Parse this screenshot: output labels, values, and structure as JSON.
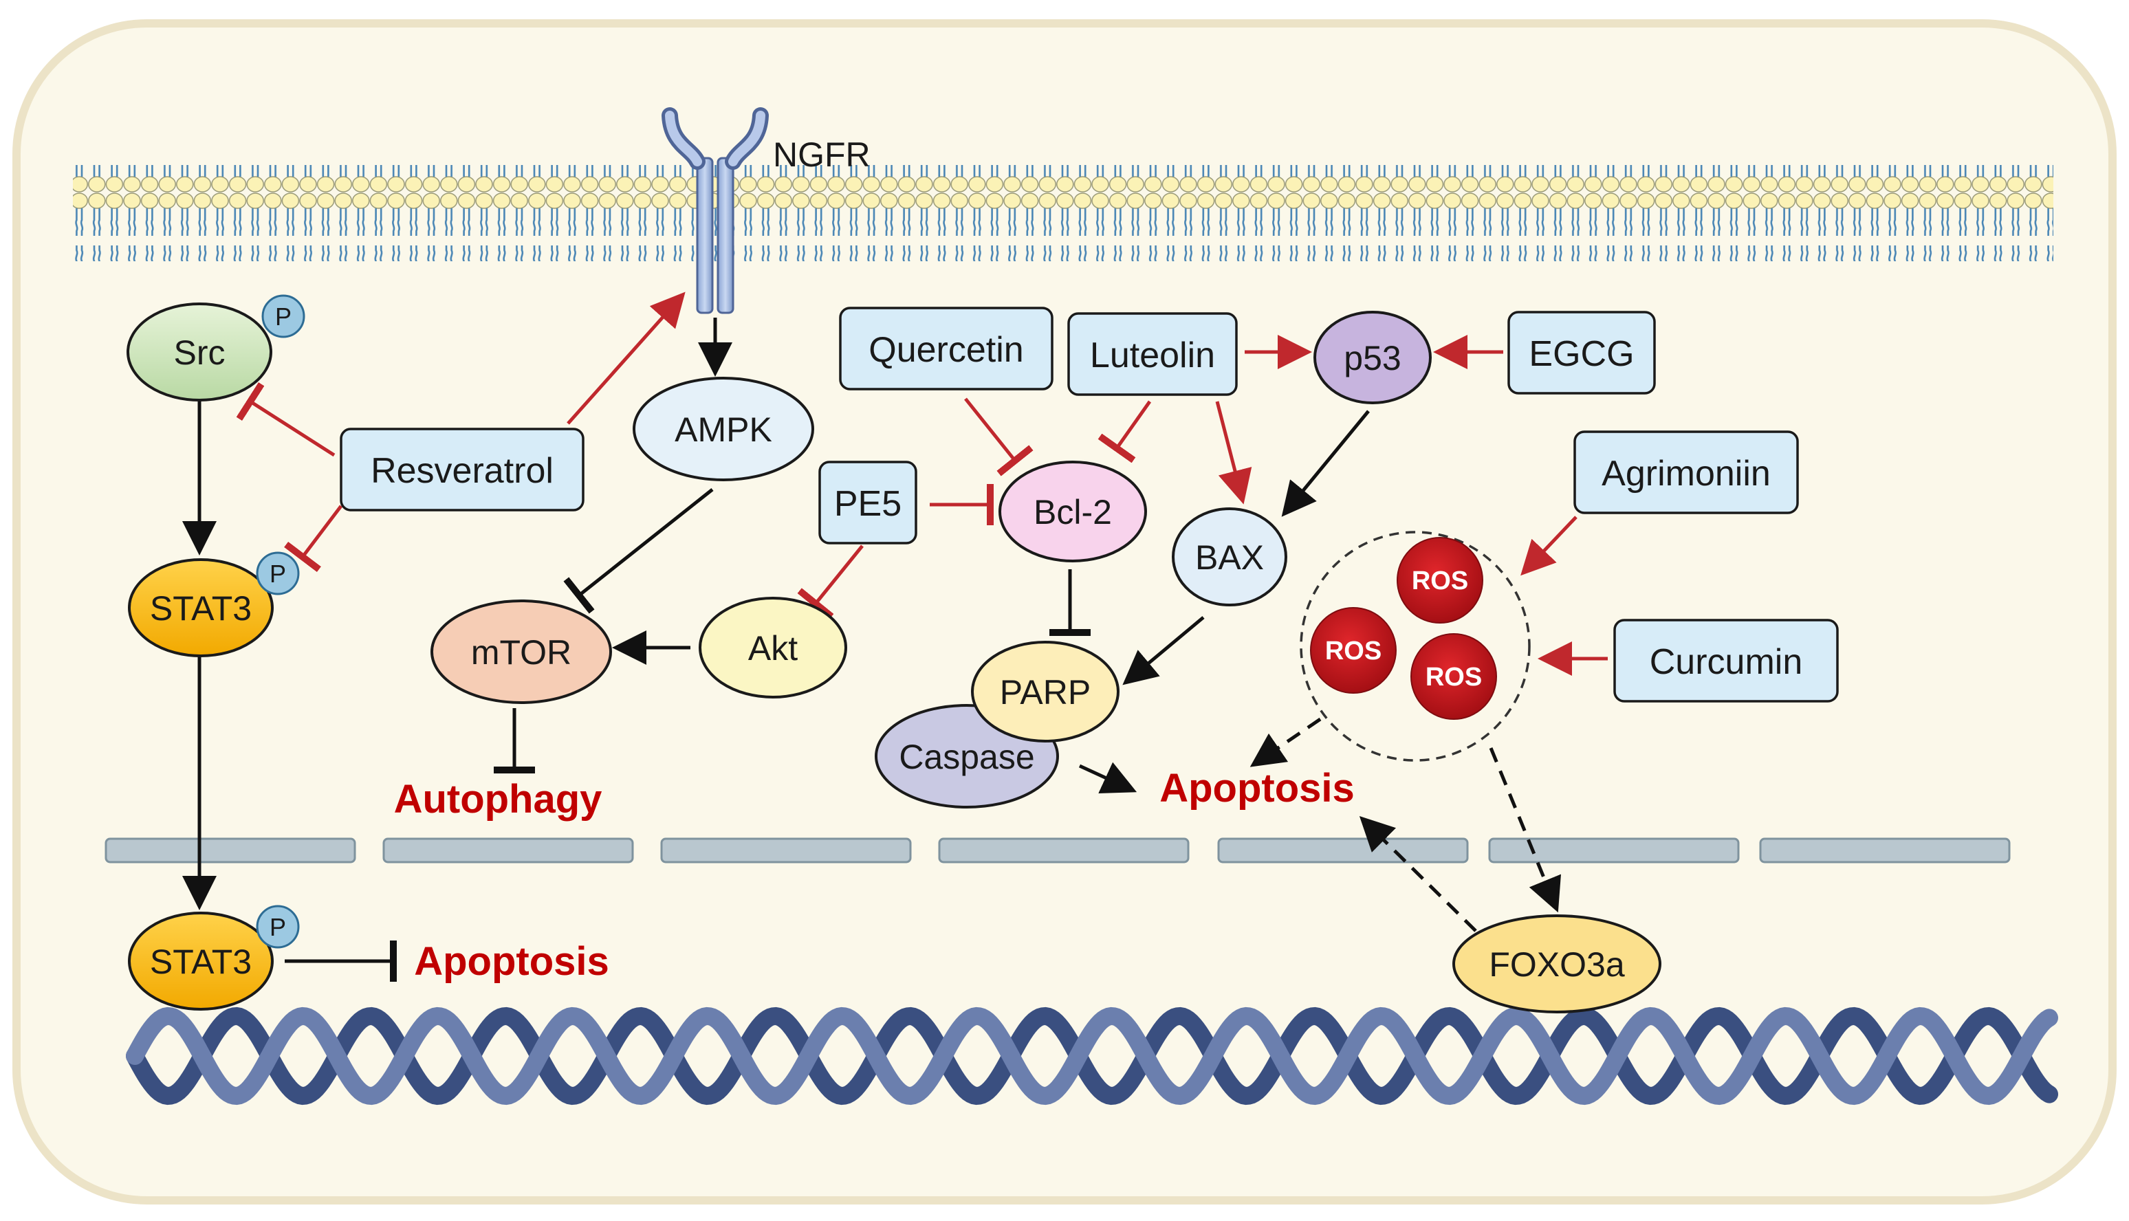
{
  "receptor": {
    "label": "NGFR"
  },
  "nodes": {
    "src": "Src",
    "stat3_cyto": "STAT3",
    "stat3_nuc": "STAT3",
    "ampk": "AMPK",
    "mtor": "mTOR",
    "akt": "Akt",
    "bcl2": "Bcl-2",
    "parp": "PARP",
    "caspase": "Caspase",
    "p53": "p53",
    "bax": "BAX",
    "foxo3a": "FOXO3a",
    "phospho": "P"
  },
  "compounds": {
    "resveratrol": "Resveratrol",
    "quercetin": "Quercetin",
    "luteolin": "Luteolin",
    "egcg": "EGCG",
    "pe5": "PE5",
    "agrimoniin": "Agrimoniin",
    "curcumin": "Curcumin"
  },
  "ros": {
    "label": "ROS"
  },
  "outcomes": {
    "autophagy": "Autophagy",
    "apoptosis_main": "Apoptosis",
    "apoptosis_nuclear": "Apoptosis"
  },
  "colors": {
    "cell_bg": "#fbf8ea",
    "cell_border": "#ece3c7",
    "activation": "#c0282d",
    "black": "#111111",
    "compound_fill": "#d7ecf8",
    "ros_fill": "#c31419",
    "dna": "#3a4f80"
  }
}
